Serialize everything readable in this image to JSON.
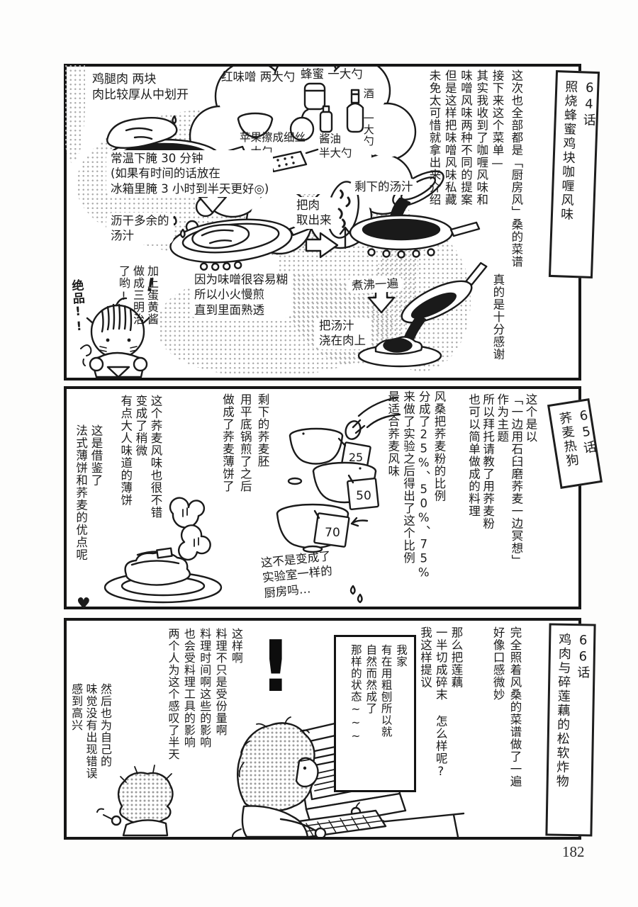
{
  "page": {
    "number": "182"
  },
  "panel1": {
    "title": [
      "64话",
      "照烧蜂蜜鸡块咖喱风味"
    ],
    "intro_main": "这次也全部都是「厨房风」桑的菜谱",
    "intro_sub": "真的是十分感谢",
    "commentary": [
      "接下来这个菜单—",
      "其实我收到了咖喱风味和",
      "味噌风味两种不同的提案",
      "但是这样把味噌风味私藏",
      "未免太可惜就拿出来介绍"
    ],
    "meat_note": [
      "鸡腿肉 两块",
      "肉比较厚从中划开"
    ],
    "ing_miso": "红味噌 两大勺",
    "ing_honey": "蜂蜜 一大勺",
    "ing_sake": "酒 一大勺",
    "ing_apple": [
      "苹果擦成细丝",
      "一大勺"
    ],
    "ing_soy": [
      "酱油",
      "半大勺"
    ],
    "marinate_note": [
      "常温下腌 30 分钟",
      "(如果有时间的话放在",
      "冰箱里腌 3 小时到半天更好◎)"
    ],
    "drain_note": [
      "沥干多余的",
      "汤汁"
    ],
    "takeout_note": [
      "把肉",
      "取出来"
    ],
    "leftover_note": "剩下的汤汁",
    "simmer_note": [
      "因为味噌很容易糊",
      "所以小火慢煎",
      "直到里面熟透"
    ],
    "boil_note": "煮沸一遍",
    "pour_note": [
      "把汤汁",
      "浇在肉上"
    ],
    "exquisite": "绝品!!",
    "sandwich_note": [
      "加上蛋黄酱",
      "做成三明治",
      "了哟!"
    ],
    "bang": "!"
  },
  "panel2": {
    "title": [
      "65话",
      "荞麦热狗"
    ],
    "intro": [
      "这个是以",
      "「一边用石臼磨荞麦一边冥想」",
      "作为主题",
      "所以拜托请教了用荞麦粉",
      "也可以简单做成的料理"
    ],
    "experiment": [
      "风桑把荞麦粉的比例",
      "分成了25%、50%、75%",
      "来做了实验之后得出了这个比例",
      "最适合荞麦风味"
    ],
    "crepe1": [
      "剩下的荞麦胚",
      "用平底锅煎了之后",
      "做成了荞麦薄饼了"
    ],
    "crepe2": [
      "这个荞麦风味也很不错",
      "变成了稍微",
      "有点大人味道的薄饼"
    ],
    "crepe3": [
      "这是借鉴了",
      "法式薄饼和荞麦的优点呢"
    ],
    "heart": "♥",
    "lab_note": [
      "这不是变成了",
      "实验室一样的",
      "厨房吗…"
    ],
    "bowl_tags": [
      "25",
      "50",
      "70"
    ]
  },
  "panel3": {
    "title": [
      "66话",
      "鸡肉与碎莲藕的松软炸物"
    ],
    "recipe_note": [
      "完全照着风桑的菜谱做了一遍",
      "好像口感微妙"
    ],
    "suggestion": [
      "那么把莲藕",
      "一半切成碎末 怎么样呢?",
      "我这样提议"
    ],
    "reply_box": [
      "我家",
      "有在用粗刨所以就",
      "自然而然成了",
      "那样的状态~~~"
    ],
    "reflection": [
      "这样啊",
      "料理不只是受份量啊",
      "料理时间啊这些的影响",
      "也会受料理工具的影响",
      "两个人为这个感叹了半天"
    ],
    "happy": [
      "然后也为自己的",
      "味觉没有出现错误",
      "感到高兴"
    ],
    "exclaim": "!"
  }
}
